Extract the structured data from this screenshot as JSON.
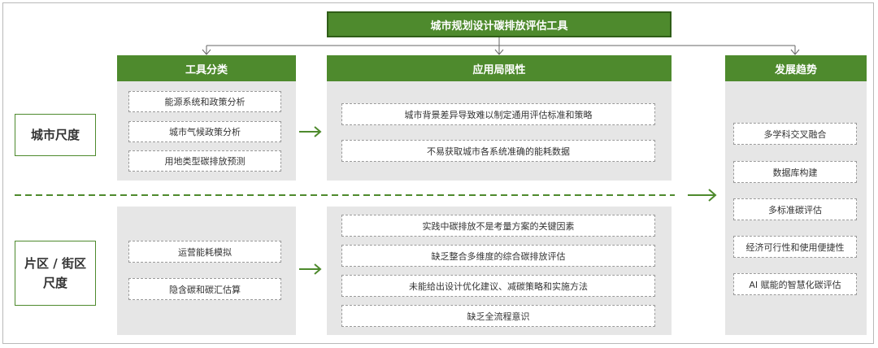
{
  "title": "城市规划设计碳排放评估工具",
  "columns": {
    "categories": "工具分类",
    "limitations": "应用局限性",
    "trends": "发展趋势"
  },
  "scales": {
    "city": "城市尺度",
    "district_line1": "片区 / 街区",
    "district_line2": "尺度"
  },
  "city": {
    "categories": [
      "能源系统和政策分析",
      "城市气候政策分析",
      "用地类型碳排放预测"
    ],
    "limitations": [
      "城市背景差异导致难以制定通用评估标准和策略",
      "不易获取城市各系统准确的能耗数据"
    ]
  },
  "district": {
    "categories": [
      "运营能耗模拟",
      "隐含碳和碳汇估算"
    ],
    "limitations": [
      "实践中碳排放不是考量方案的关键因素",
      "缺乏整合多维度的综合碳排放评估",
      "未能给出设计优化建议、减碳策略和实施方法",
      "缺乏全流程意识"
    ]
  },
  "trends": [
    "多学科交叉融合",
    "数据库构建",
    "多标准碳评估",
    "经济可行性和使用便捷性",
    "AI 赋能的智慧化碳评估"
  ],
  "colors": {
    "accent": "#4e8a2d",
    "panel": "#e6e6e6",
    "border": "#9a9a9a"
  }
}
